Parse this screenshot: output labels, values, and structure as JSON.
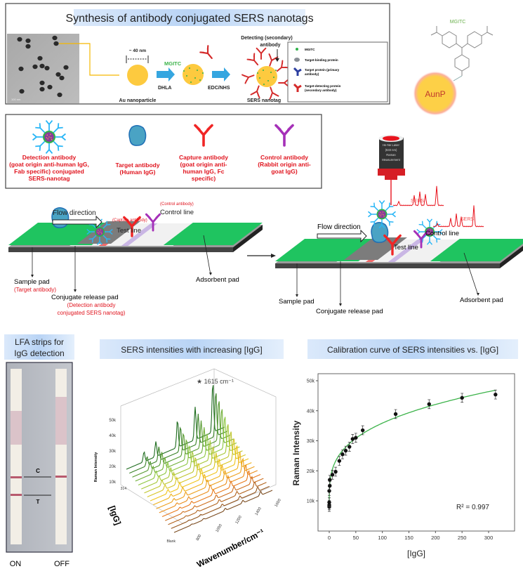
{
  "synthesis": {
    "title": "Synthesis of antibody conjugated SERS nanotags",
    "size_label": "~ 40 nm",
    "mgitc": "MGITC",
    "dhla": "DHLA",
    "edc": "EDC/NHS",
    "au_label": "Au nanoparticle",
    "nanotag_label": "SERS nanotag",
    "detecting_label": [
      "Detecting (secondary)",
      "antibody"
    ],
    "tem_scale": "100 nm",
    "legend": [
      {
        "label": "MGITC"
      },
      {
        "label": "Target-binding protein"
      },
      {
        "label": "Target protein (primary",
        "label2": "antibody)"
      },
      {
        "label": "Target-detecting protein",
        "label2": "(secondary antibody)"
      }
    ]
  },
  "molecule": {
    "name": "MGITC",
    "particle": "AunP"
  },
  "components": [
    {
      "lines": [
        "Detection antibody",
        "(goat origin anti-human IgG,",
        "Fab specific) conjugated",
        "SERS-nanotag"
      ]
    },
    {
      "lines": [
        "Target antibody",
        "(Human IgG)"
      ]
    },
    {
      "lines": [
        "Capture antibody",
        "(goat origin anti-",
        "human IgG, Fc",
        "specific)"
      ]
    },
    {
      "lines": [
        "Control antibody",
        "(Rabbit origin anti-",
        "goat IgG)"
      ]
    }
  ],
  "strip_left": {
    "flow": "Flow direction",
    "capture_note": "(Capture antibody)",
    "control_note": "(Control antibody)",
    "test_line": "Test line",
    "control_line": "Control line",
    "sample_pad": "Sample pad",
    "sample_note": "(Target antibody)",
    "conjugate_pad": "Conjugate release pad",
    "conjugate_note": [
      "(Detection antibody",
      "conjugated SERS nanotag)"
    ],
    "absorbent_pad": "Adsorbent pad"
  },
  "strip_right": {
    "flow": "Flow direction",
    "test_line": "Test line",
    "control_line": "Control line",
    "sample_pad": "Sample pad",
    "conjugate_pad": "Conjugate release pad",
    "absorbent_pad": "Adsorbent pad",
    "sers1": "SERS",
    "sers2": "SERS",
    "laser_label": [
      "He-Ne Laser",
      "(633 nm)",
      "Raman",
      "Measurement"
    ]
  },
  "lfa": {
    "title": [
      "LFA strips for",
      "IgG detection"
    ],
    "c_label": "C",
    "t_label": "T",
    "on": "ON",
    "off": "OFF"
  },
  "spectra": {
    "title": "SERS intensities with increasing [IgG]",
    "peak_label": "★ 1615 cm⁻¹",
    "z_label": "Raman Intensity",
    "z_ticks": [
      "10k",
      "20k",
      "30k",
      "40k",
      "50k"
    ],
    "y_label": "[IgG]",
    "y_ticks": [
      "Blank",
      "314"
    ],
    "x_label": "Wavenumber/cm⁻¹",
    "x_ticks": [
      "800",
      "1000",
      "1200",
      "1400",
      "1600"
    ],
    "colors": [
      "#7a4a1e",
      "#e8791a",
      "#f0c419",
      "#8cc63f",
      "#1d6b1d"
    ]
  },
  "chart_data": {
    "type": "scatter",
    "title": "Calibration curve of SERS intensities vs. [IgG]",
    "xlabel": "[IgG]",
    "ylabel": "Raman Intensity",
    "xlim": [
      -15,
      340
    ],
    "ylim": [
      0,
      52000
    ],
    "x_ticks": [
      0,
      50,
      100,
      150,
      200,
      250,
      300
    ],
    "x_tick_labels": [
      "0",
      "50",
      "100",
      "150",
      "200",
      "250",
      "300"
    ],
    "y_ticks": [
      10000,
      20000,
      30000,
      40000,
      50000
    ],
    "y_tick_labels": [
      "10k",
      "20k",
      "30k",
      "40k",
      "50k"
    ],
    "points": [
      [
        0,
        8000
      ],
      [
        0,
        8600
      ],
      [
        0,
        9500
      ],
      [
        0,
        13300
      ],
      [
        1,
        15000
      ],
      [
        1,
        17000
      ],
      [
        6,
        18700
      ],
      [
        12,
        19700
      ],
      [
        19,
        23300
      ],
      [
        25,
        25500
      ],
      [
        31,
        26700
      ],
      [
        38,
        28000
      ],
      [
        44,
        30600
      ],
      [
        50,
        31000
      ],
      [
        63,
        33500
      ],
      [
        125,
        38900
      ],
      [
        188,
        42200
      ],
      [
        250,
        44300
      ],
      [
        313,
        45400
      ]
    ],
    "error": 1500,
    "fit_color": "#3cb34a",
    "annotation": "R² = 0.997"
  }
}
